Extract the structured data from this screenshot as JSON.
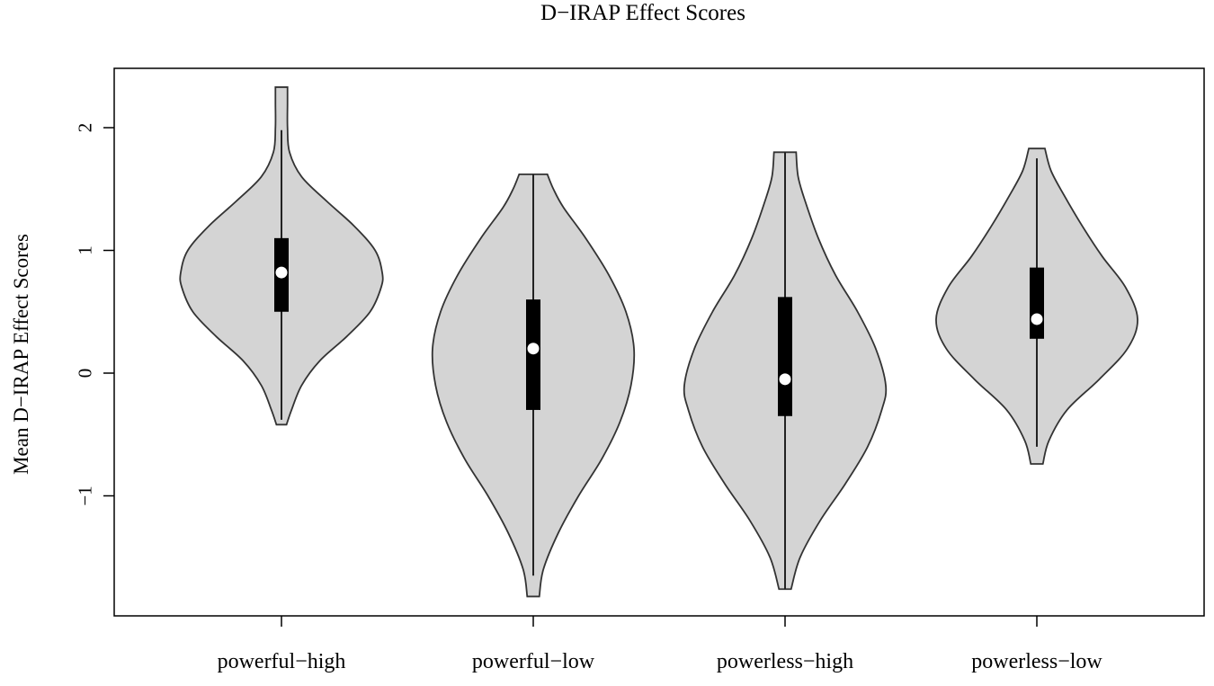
{
  "chart_data": {
    "type": "violin",
    "title": "D−IRAP Effect Scores",
    "xlabel": "",
    "ylabel": "Mean D−IRAP Effect Scores",
    "ylim": [
      -1.98,
      2.5
    ],
    "yticks": [
      -1,
      0,
      1,
      2
    ],
    "ytick_labels": [
      "−1",
      "0",
      "1",
      "2"
    ],
    "categories": [
      "powerful−high",
      "powerful−low",
      "powerless−high",
      "powerless−low"
    ],
    "grid": false,
    "legend": "none",
    "colors": {
      "fill": "#d4d4d4",
      "outline": "#333333",
      "box": "#000000",
      "median": "#ffffff"
    },
    "series": [
      {
        "min": -0.42,
        "max": 2.33,
        "whisker_low": -0.38,
        "whisker_high": 1.98,
        "q1": 0.5,
        "q3": 1.1,
        "median": 0.82,
        "density": [
          [
            -0.42,
            0.05
          ],
          [
            -0.3,
            0.1
          ],
          [
            -0.1,
            0.2
          ],
          [
            0.1,
            0.38
          ],
          [
            0.3,
            0.65
          ],
          [
            0.5,
            0.88
          ],
          [
            0.7,
            0.99
          ],
          [
            0.82,
            1.0
          ],
          [
            1.0,
            0.93
          ],
          [
            1.2,
            0.72
          ],
          [
            1.4,
            0.45
          ],
          [
            1.6,
            0.2
          ],
          [
            1.8,
            0.08
          ],
          [
            2.0,
            0.06
          ],
          [
            2.2,
            0.06
          ],
          [
            2.33,
            0.06
          ]
        ]
      },
      {
        "min": -1.82,
        "max": 1.62,
        "whisker_low": -1.65,
        "whisker_high": 1.62,
        "q1": -0.3,
        "q3": 0.6,
        "median": 0.2,
        "density": [
          [
            -1.82,
            0.06
          ],
          [
            -1.6,
            0.1
          ],
          [
            -1.3,
            0.25
          ],
          [
            -1.0,
            0.45
          ],
          [
            -0.7,
            0.68
          ],
          [
            -0.4,
            0.86
          ],
          [
            -0.1,
            0.97
          ],
          [
            0.2,
            1.0
          ],
          [
            0.5,
            0.92
          ],
          [
            0.8,
            0.75
          ],
          [
            1.1,
            0.52
          ],
          [
            1.35,
            0.3
          ],
          [
            1.5,
            0.2
          ],
          [
            1.62,
            0.14
          ]
        ]
      },
      {
        "min": -1.76,
        "max": 1.8,
        "whisker_low": -1.76,
        "whisker_high": 1.8,
        "q1": -0.35,
        "q3": 0.62,
        "median": -0.05,
        "density": [
          [
            -1.76,
            0.06
          ],
          [
            -1.5,
            0.15
          ],
          [
            -1.2,
            0.35
          ],
          [
            -0.9,
            0.6
          ],
          [
            -0.6,
            0.82
          ],
          [
            -0.3,
            0.96
          ],
          [
            -0.1,
            1.0
          ],
          [
            0.2,
            0.9
          ],
          [
            0.5,
            0.72
          ],
          [
            0.8,
            0.5
          ],
          [
            1.1,
            0.33
          ],
          [
            1.4,
            0.2
          ],
          [
            1.6,
            0.13
          ],
          [
            1.8,
            0.11
          ]
        ]
      },
      {
        "min": -0.74,
        "max": 1.83,
        "whisker_low": -0.6,
        "whisker_high": 1.75,
        "q1": 0.28,
        "q3": 0.86,
        "median": 0.44,
        "density": [
          [
            -0.74,
            0.06
          ],
          [
            -0.55,
            0.12
          ],
          [
            -0.3,
            0.3
          ],
          [
            -0.05,
            0.62
          ],
          [
            0.2,
            0.9
          ],
          [
            0.44,
            1.0
          ],
          [
            0.7,
            0.88
          ],
          [
            0.95,
            0.65
          ],
          [
            1.2,
            0.45
          ],
          [
            1.45,
            0.27
          ],
          [
            1.65,
            0.14
          ],
          [
            1.83,
            0.08
          ]
        ]
      }
    ]
  }
}
